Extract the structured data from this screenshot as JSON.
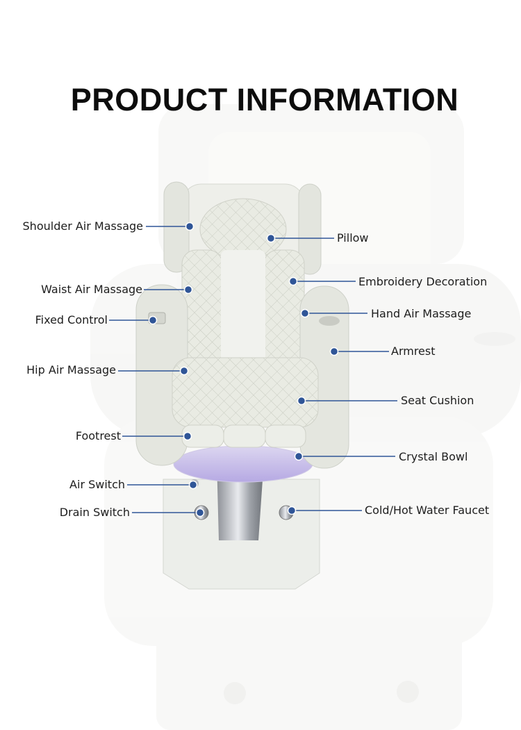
{
  "title": "PRODUCT INFORMATION",
  "accent_color": "#2f5597",
  "labels": {
    "shoulder_air_massage": "Shoulder Air Massage",
    "pillow": "Pillow",
    "waist_air_massage": "Waist Air Massage",
    "embroidery_decoration": "Embroidery Decoration",
    "fixed_control": "Fixed Control",
    "hand_air_massage": "Hand Air Massage",
    "armrest": "Armrest",
    "hip_air_massage": "Hip Air Massage",
    "seat_cushion": "Seat Cushion",
    "footrest": "Footrest",
    "crystal_bowl": "Crystal Bowl",
    "air_switch": "Air Switch",
    "drain_switch": "Drain Switch",
    "cold_hot_water_faucet": "Cold/Hot Water Faucet"
  }
}
